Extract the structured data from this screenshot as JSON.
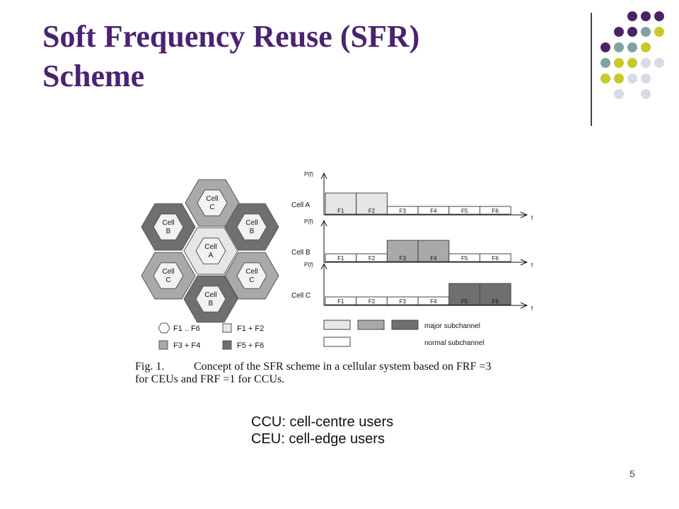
{
  "slide": {
    "title_line1": "Soft Frequency Reuse (SFR)",
    "title_line2": "Scheme",
    "page_number": "5"
  },
  "colors": {
    "title": "#4a2371",
    "dot_purple": "#4b2467",
    "dot_teal": "#7fa3a3",
    "dot_yellow": "#c7c929",
    "dot_lavender": "#d9d9e8",
    "light_fill": "#e6e6e6",
    "medium_fill": "#a9a9a9",
    "dark_fill": "#6f6f6f"
  },
  "figure": {
    "cells": [
      {
        "label": "Cell\nC",
        "shade": "medium"
      },
      {
        "label": "Cell\nB",
        "shade": "dark"
      },
      {
        "label": "Cell\nB",
        "shade": "dark"
      },
      {
        "label": "Cell\nA",
        "shade": "light"
      },
      {
        "label": "Cell\nC",
        "shade": "medium"
      },
      {
        "label": "Cell\nC",
        "shade": "medium"
      },
      {
        "label": "Cell\nB",
        "shade": "dark"
      }
    ],
    "hex_legend": [
      {
        "label": "F1 .. F6",
        "shade": "hex"
      },
      {
        "label": "F1 + F2",
        "shade": "light"
      },
      {
        "label": "F3 + F4",
        "shade": "medium"
      },
      {
        "label": "F5 + F6",
        "shade": "dark"
      }
    ],
    "axis_y_label": "P(f)",
    "axis_x_label": "f",
    "subbands": [
      "F1",
      "F2",
      "F3",
      "F4",
      "F5",
      "F6"
    ],
    "spectrum_rows": [
      {
        "label": "Cell A",
        "major": [
          0,
          1
        ],
        "shade": "light"
      },
      {
        "label": "Cell B",
        "major": [
          2,
          3
        ],
        "shade": "medium"
      },
      {
        "label": "Cell C",
        "major": [
          4,
          5
        ],
        "shade": "dark"
      }
    ],
    "major_label": "major subchannel",
    "normal_label": "normal subchannel"
  },
  "caption": {
    "fig_no": "Fig. 1.",
    "line1": "Concept of the SFR scheme in a cellular system based on FRF =3",
    "line2": "for CEUs and FRF =1 for CCUs."
  },
  "notes": {
    "line1": "CCU: cell-centre users",
    "line2": "CEU: cell-edge users"
  }
}
